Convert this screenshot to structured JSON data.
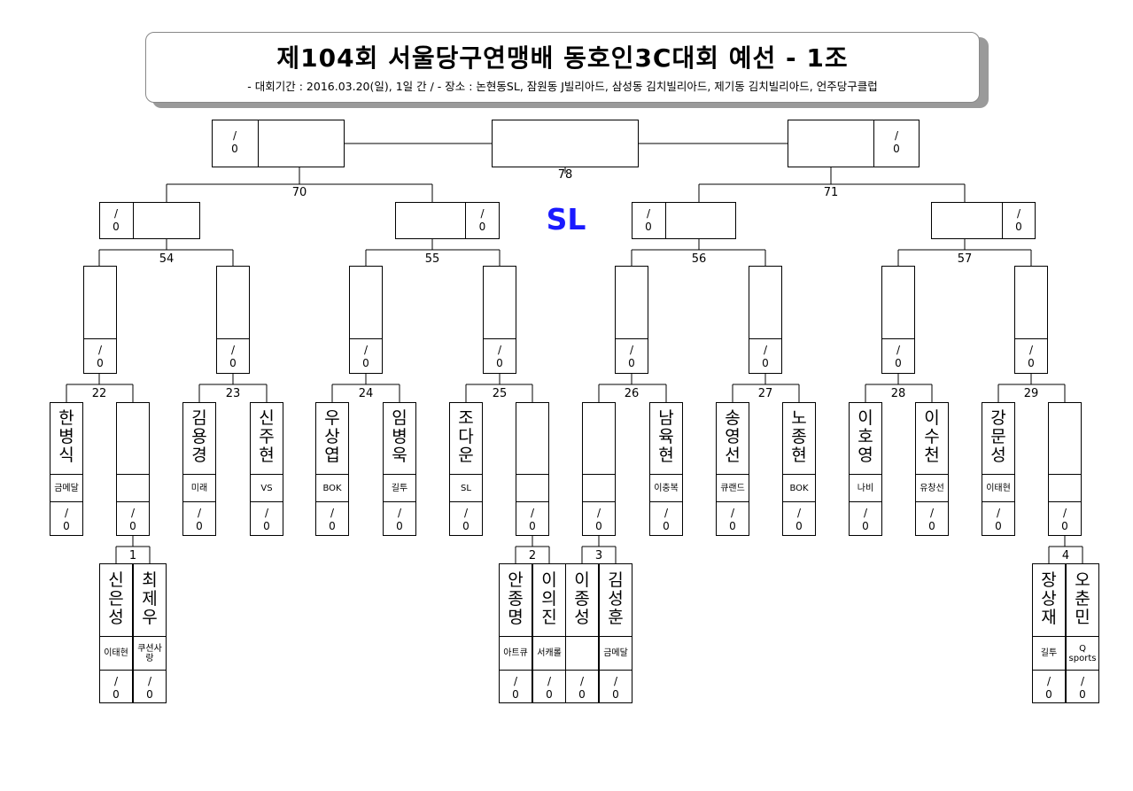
{
  "header": {
    "title": "제104회 서울당구연맹배 동호인3C대회 예선 - 1조",
    "subtitle": "- 대회기간 : 2016.03.20(일), 1일 간 / - 장소 : 논현동SL, 잠원동 J빌리아드, 삼성동 김치빌리아드, 제기동 김치빌리아드, 언주당구클럽"
  },
  "venue_label": "SL",
  "score_placeholder": {
    "top": "/",
    "bottom": "0"
  },
  "match_numbers": {
    "m1": "1",
    "m2": "2",
    "m3": "3",
    "m4": "4",
    "m22": "22",
    "m23": "23",
    "m24": "24",
    "m25": "25",
    "m26": "26",
    "m27": "27",
    "m28": "28",
    "m29": "29",
    "m54": "54",
    "m55": "55",
    "m56": "56",
    "m57": "57",
    "m70": "70",
    "m71": "71",
    "m78": "78"
  },
  "players": {
    "p1": {
      "name": "한병식",
      "club": "금메달"
    },
    "p2": {
      "name": "",
      "club": ""
    },
    "p3": {
      "name": "김용경",
      "club": "미래"
    },
    "p4": {
      "name": "신주현",
      "club": "VS"
    },
    "p5": {
      "name": "우상엽",
      "club": "BOK"
    },
    "p6": {
      "name": "임병욱",
      "club": "길투"
    },
    "p7": {
      "name": "조다운",
      "club": "SL"
    },
    "p8": {
      "name": "",
      "club": ""
    },
    "p9": {
      "name": "",
      "club": ""
    },
    "p10": {
      "name": "남육현",
      "club": "이충복"
    },
    "p11": {
      "name": "송영선",
      "club": "큐랜드"
    },
    "p12": {
      "name": "노종현",
      "club": "BOK"
    },
    "p13": {
      "name": "이호영",
      "club": "나비"
    },
    "p14": {
      "name": "이수천",
      "club": "유창선"
    },
    "p15": {
      "name": "강문성",
      "club": "이태현"
    },
    "p16": {
      "name": "",
      "club": ""
    },
    "q1": {
      "name": "신은성",
      "club": "이태현"
    },
    "q2": {
      "name": "최제우",
      "club": "쿠션사랑"
    },
    "q3": {
      "name": "안종명",
      "club": "아트큐"
    },
    "q4": {
      "name": "이의진",
      "club": "서캐롤"
    },
    "q5": {
      "name": "이종성",
      "club": ""
    },
    "q6": {
      "name": "김성훈",
      "club": "금메달"
    },
    "q7": {
      "name": "장상재",
      "club": "길투"
    },
    "q8": {
      "name": "오춘민",
      "club": "Q sports"
    }
  }
}
